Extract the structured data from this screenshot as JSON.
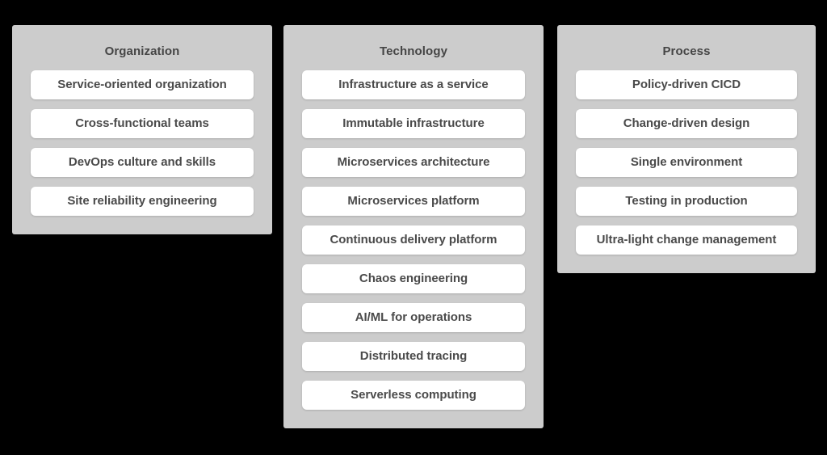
{
  "diagram": {
    "type": "three-column-grouped-list",
    "background_color": "#000000",
    "panel_color": "#cccccc",
    "card_color": "#ffffff",
    "text_color": "#4a4a4a",
    "columns": [
      {
        "id": "organization",
        "title": "Organization",
        "items": [
          {
            "label": "Service-oriented organization"
          },
          {
            "label": "Cross-functional teams"
          },
          {
            "label": "DevOps culture and skills"
          },
          {
            "label": "Site reliability engineering"
          }
        ]
      },
      {
        "id": "technology",
        "title": "Technology",
        "items": [
          {
            "label": "Infrastructure as a service"
          },
          {
            "label": "Immutable infrastructure"
          },
          {
            "label": "Microservices architecture"
          },
          {
            "label": "Microservices platform"
          },
          {
            "label": "Continuous delivery platform"
          },
          {
            "label": "Chaos engineering"
          },
          {
            "label": "AI/ML for operations"
          },
          {
            "label": "Distributed tracing"
          },
          {
            "label": "Serverless computing"
          }
        ]
      },
      {
        "id": "process",
        "title": "Process",
        "items": [
          {
            "label": "Policy-driven CICD"
          },
          {
            "label": "Change-driven design"
          },
          {
            "label": "Single environment"
          },
          {
            "label": "Testing in production"
          },
          {
            "label": "Ultra-light change management"
          }
        ]
      }
    ]
  }
}
